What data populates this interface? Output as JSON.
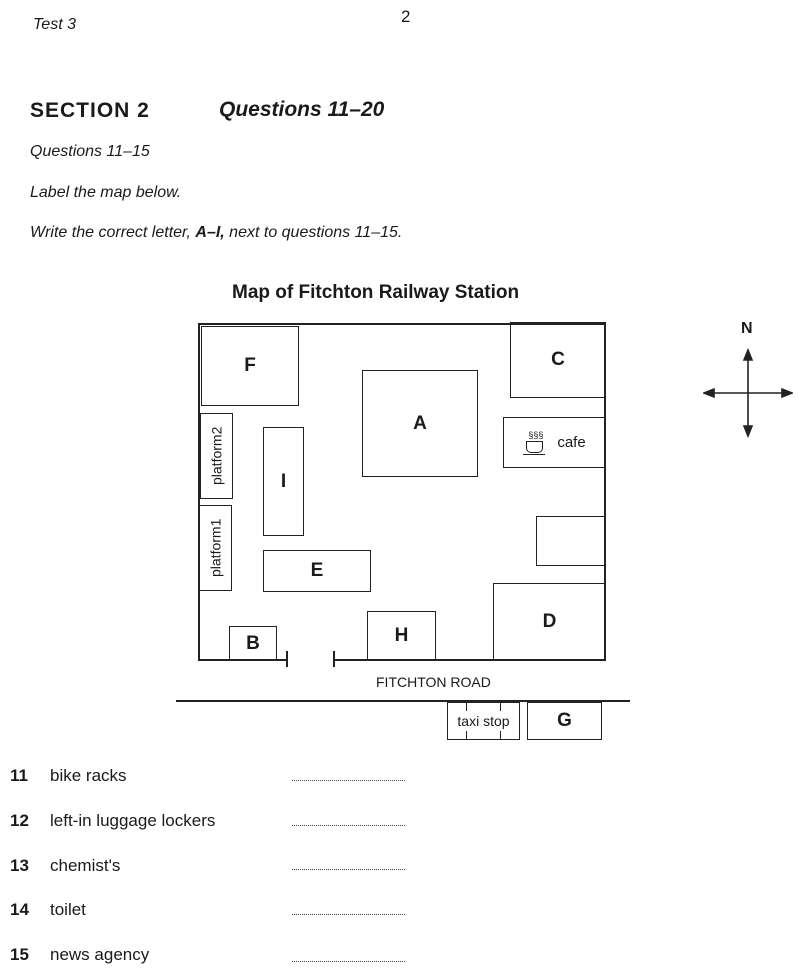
{
  "header": {
    "test": "Test 3",
    "page_number": "2"
  },
  "section": {
    "title": "SECTION 2",
    "questions_range": "Questions 11–20"
  },
  "instructions": {
    "subheading": "Questions 11–15",
    "line1": "Label the map below.",
    "line2_pre": "Write the correct letter, ",
    "line2_letters": "A–I,",
    "line2_post": " next to questions 11–15."
  },
  "map": {
    "title": "Map of Fitchton Railway Station",
    "labels": {
      "A": "A",
      "B": "B",
      "C": "C",
      "D": "D",
      "E": "E",
      "F": "F",
      "G": "G",
      "H": "H",
      "I": "I"
    },
    "cafe": "cafe",
    "platform1": "platform1",
    "platform2": "platform2",
    "road": "FITCHTON ROAD",
    "taxi": "taxi stop",
    "north": "N"
  },
  "questions": [
    {
      "num": "11",
      "text": "bike racks"
    },
    {
      "num": "12",
      "text": "left-in luggage lockers"
    },
    {
      "num": "13",
      "text": "chemist's"
    },
    {
      "num": "14",
      "text": "toilet"
    },
    {
      "num": "15",
      "text": "news agency"
    }
  ]
}
